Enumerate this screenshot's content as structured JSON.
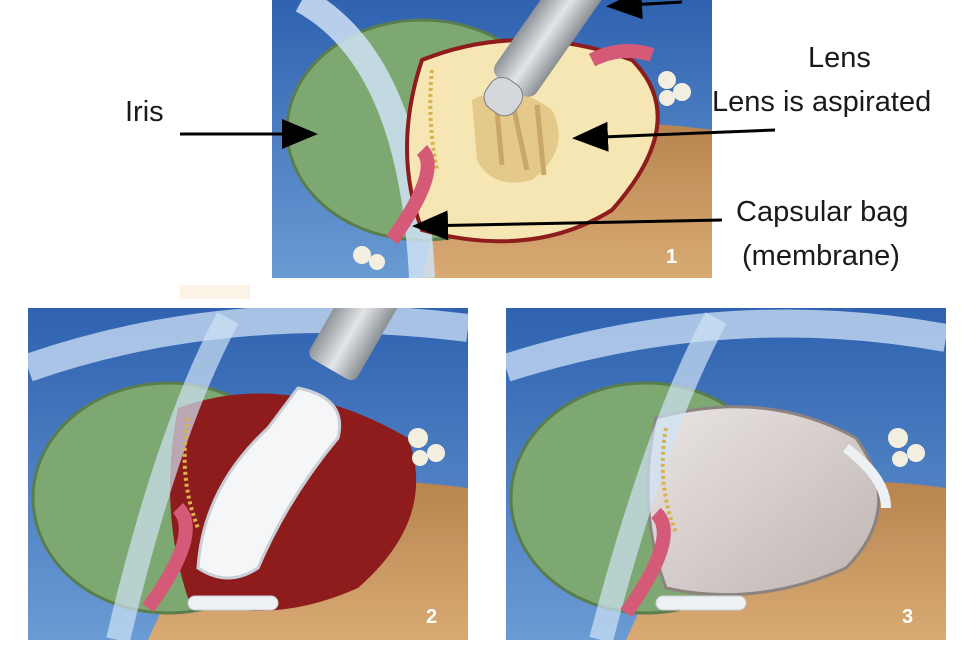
{
  "labels": {
    "iris": "Iris",
    "lens": "Lens",
    "lens_aspirated": "Lens is aspirated",
    "capsular_bag_line1": "Capsular bag",
    "capsular_bag_line2": "(membrane)"
  },
  "panels": [
    {
      "number": "1",
      "caption_icon": "phaco-probe"
    },
    {
      "number": "2",
      "caption_icon": "iol-injector"
    },
    {
      "number": "3",
      "caption_icon": "implanted-lens"
    }
  ],
  "colors": {
    "background_blue": "#3f6fb3",
    "iris_green": "#7ea872",
    "lens_cream": "#f6e6b4",
    "capsule_red": "#8e1c1c",
    "tissue_pink": "#d45a78",
    "sclera_tan": "#c8925a",
    "instrument_gray": "#a9adb2",
    "arrow_black": "#000000"
  }
}
